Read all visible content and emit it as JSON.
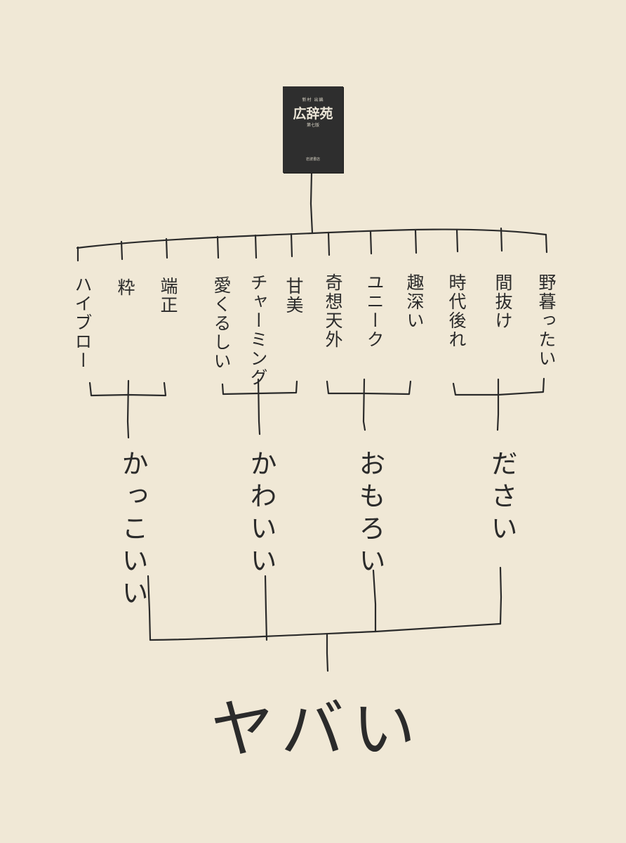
{
  "book": {
    "author": "新村 出編",
    "title": "広辞苑",
    "edition": "第七版",
    "publisher": "岩波書店"
  },
  "leaves": [
    "ハイブロー",
    "粋",
    "端正",
    "愛くるしい",
    "チャーミング",
    "甘美",
    "奇想天外",
    "ユニーク",
    "趣深い",
    "時代後れ",
    "間抜け",
    "野暮ったい"
  ],
  "groups": [
    "かっこいい",
    "かわいい",
    "おもろい",
    "ださい"
  ],
  "root": "ヤバい"
}
